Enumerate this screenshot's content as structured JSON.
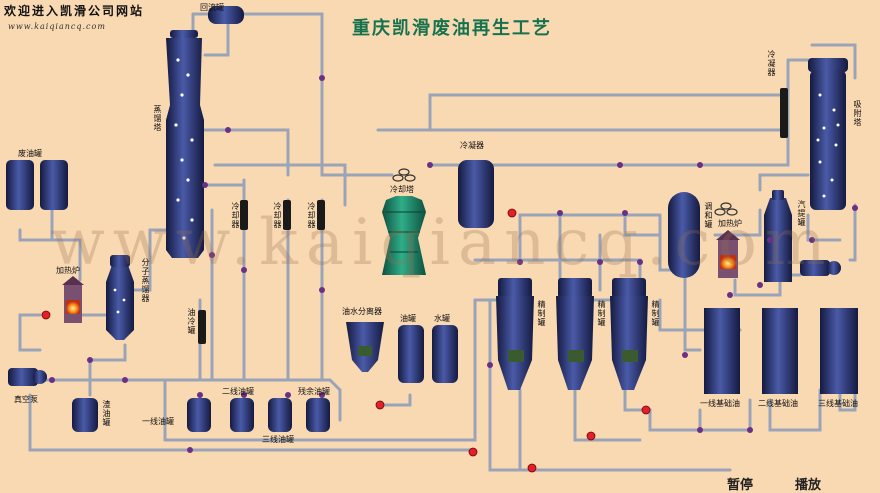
{
  "header": {
    "welcome": "欢迎进入凯滑公司网站",
    "site_url": "www.kaiqiancq.com",
    "title": "重庆凯滑废油再生工艺",
    "watermark": "www.kaiqiancq.com"
  },
  "labels": {
    "waste_oil_tank": "废油罐",
    "heating_furnace": "加热炉",
    "molecular_distiller": "分子蒸馏器",
    "fractionating_tower": "蒸馏塔",
    "reflux_tank": "回流罐",
    "cooler_1": "冷却器",
    "cooler_2": "冷却器",
    "cooler_3": "冷却器",
    "cooling_tower": "冷却塔",
    "condenser": "冷凝器",
    "refining_tank": "精制罐",
    "oil_water_separator": "油水分离器",
    "oil_tank": "油罐",
    "water_tank": "水罐",
    "oil_cooler": "油冷罐",
    "vacuum_pump": "真空泵",
    "bottom_oil_tank": "渣油罐",
    "first_line_oil": "一线油罐",
    "second_line_oil": "二线油罐",
    "third_line_oil": "三线油罐",
    "residue_oil": "残余油罐",
    "refiner_1": "精制罐",
    "refiner_2": "精制罐",
    "refiner_3": "精制罐",
    "mixing_tank": "调和罐",
    "heating_furnace_2": "加热炉",
    "stripper": "汽提罐",
    "absorption_tower": "吸附塔",
    "base_oil_1": "一线基础油",
    "base_oil_2": "二线基础油",
    "base_oil_3": "三线基础油"
  },
  "controls": {
    "pause": "暂停",
    "play": "播放"
  },
  "colors": {
    "background": "#f9d9b2",
    "vessel": "#2a3674",
    "pipe": "#9aa4b8",
    "valve": "#e0202a",
    "node": "#6a2f86",
    "cooling_tower": "#1f8c6e",
    "title": "#16724c"
  }
}
